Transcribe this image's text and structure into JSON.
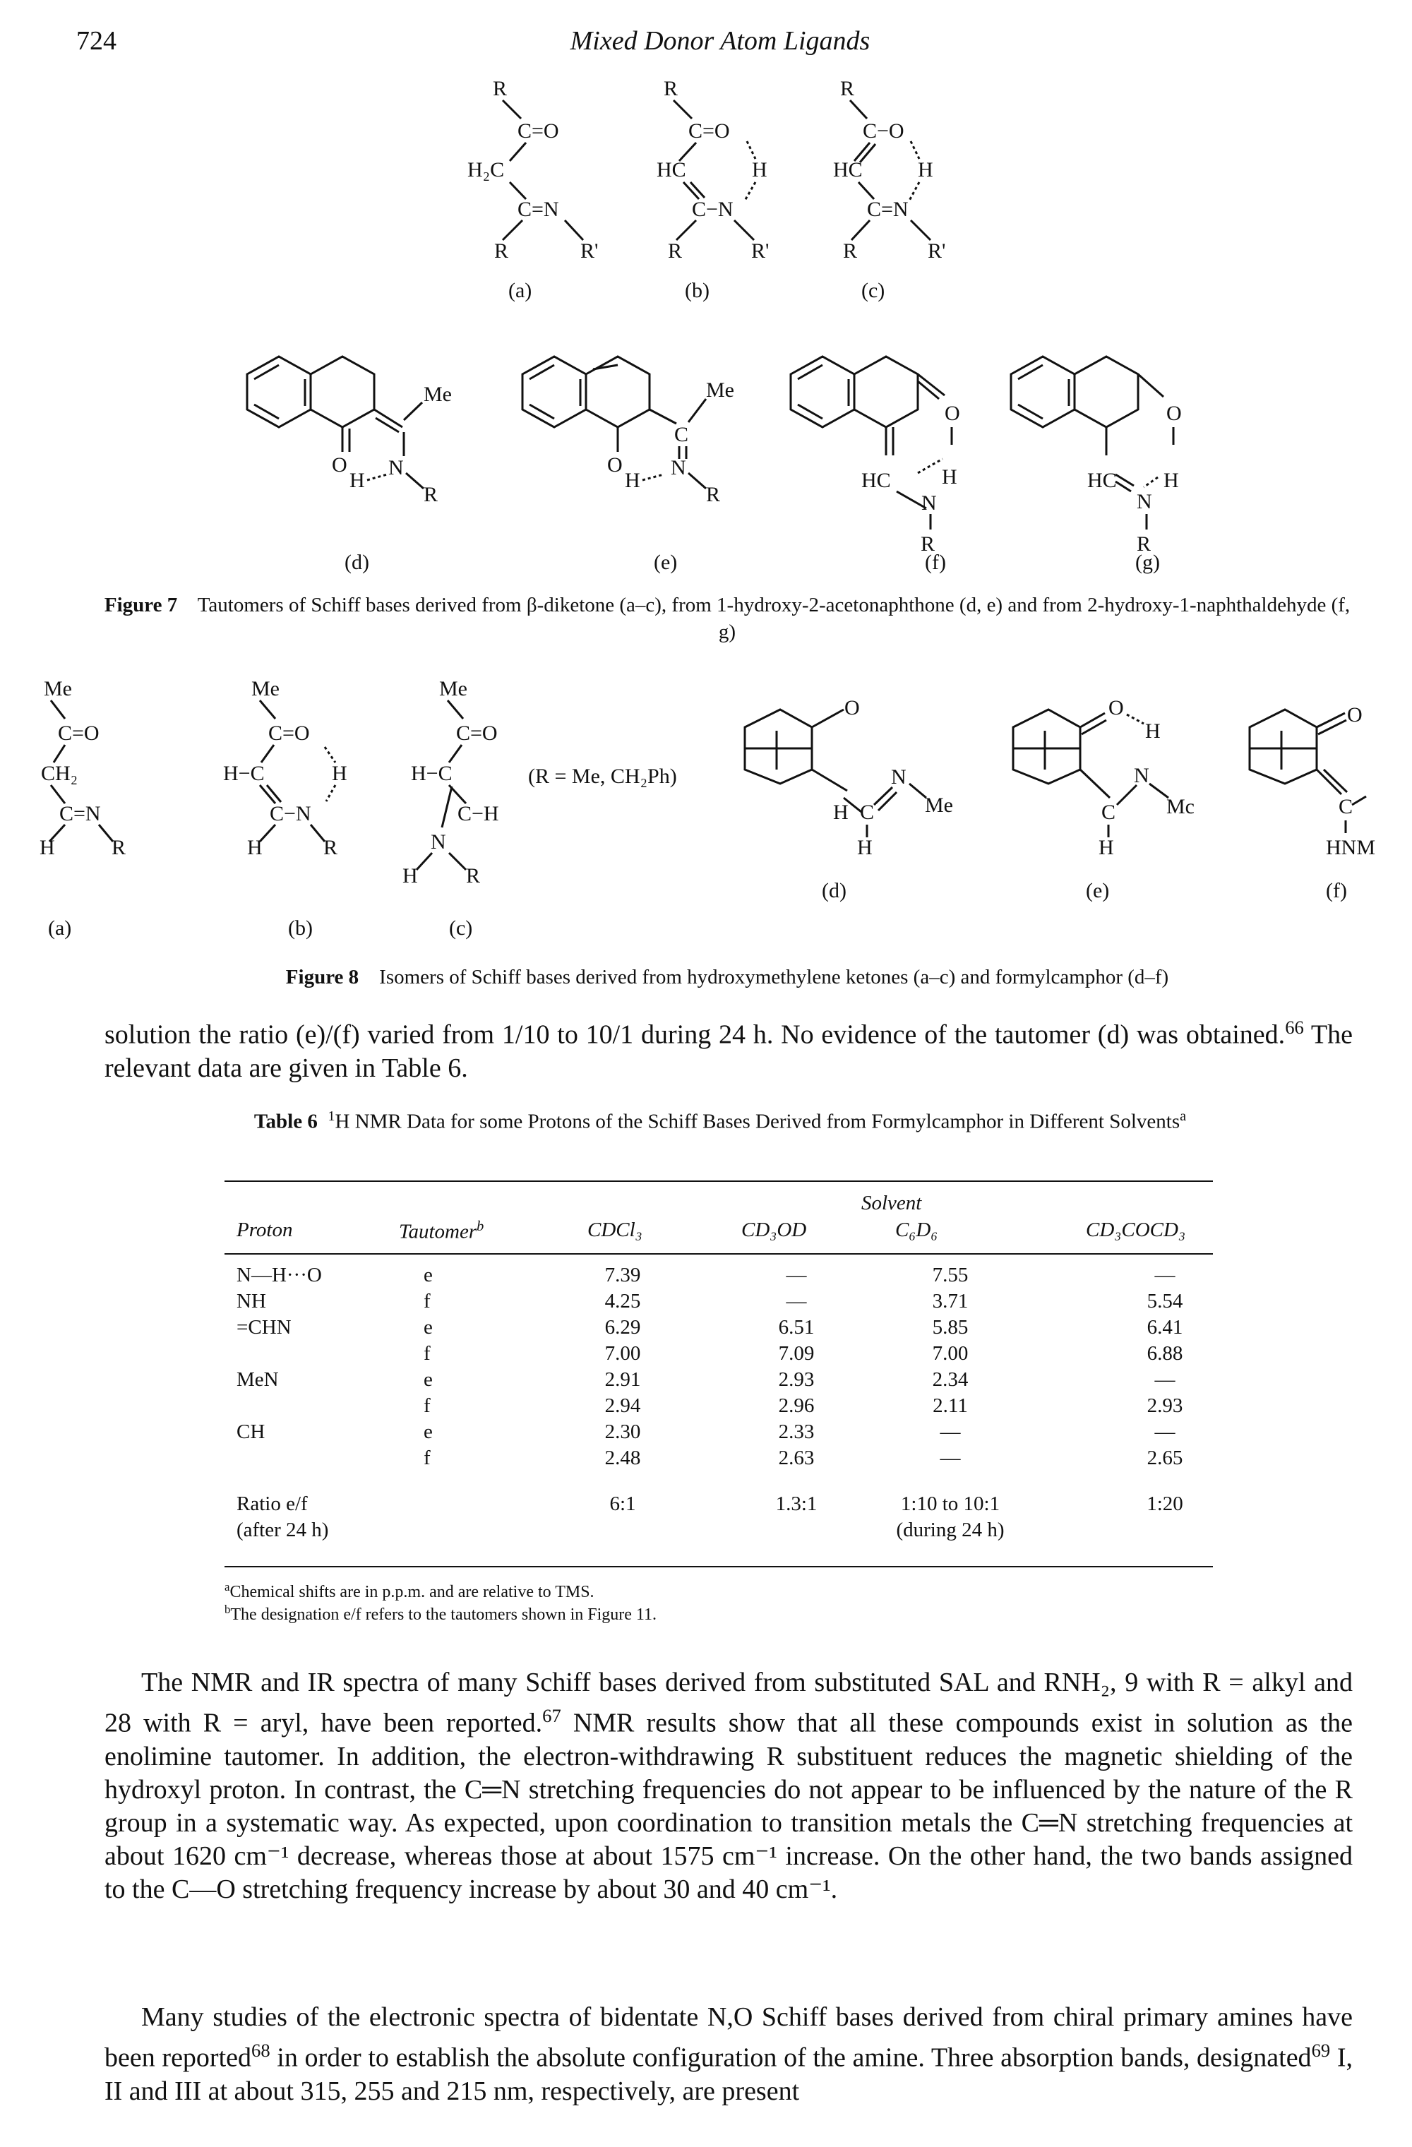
{
  "header": {
    "page_number": "724",
    "running_title": "Mixed Donor Atom Ligands"
  },
  "figure7": {
    "labels": [
      "(a)",
      "(b)",
      "(c)",
      "(d)",
      "(e)",
      "(f)",
      "(g)"
    ],
    "caption_prefix": "Figure 7",
    "caption_text": "Tautomers of Schiff bases derived from β-diketone (a–c), from 1-hydroxy-2-acetonaphthone (d, e) and from 2-hydroxy-1-naphthaldehyde (f, g)"
  },
  "figure8": {
    "labels": [
      "(a)",
      "(b)",
      "(c)",
      "(d)",
      "(e)",
      "(f)"
    ],
    "r_definition": "(R = Me, CH₂Ph)",
    "caption_prefix": "Figure 8",
    "caption_text": "Isomers of Schiff bases derived from hydroxymethylene ketones (a–c) and formylcamphor (d–f)"
  },
  "paragraph1": "solution the ratio (e)/(f) varied from 1/10 to 10/1 during 24 h. No evidence of the tautomer (d) was obtained.",
  "paragraph1_ref": "66",
  "paragraph1_tail": " The relevant data are given in Table 6.",
  "table6": {
    "caption_prefix": "Table 6",
    "caption_text": "NMR Data for some Protons of the Schiff Bases Derived from Formylcamphor in Different Solvents",
    "caption_superscript_h": "1",
    "caption_note_mark": "a",
    "solvent_header": "Solvent",
    "columns": [
      "Proton",
      "Tautomer",
      "CDCl₃",
      "CD₃OD",
      "C₆D₆",
      "CD₃COCD₃"
    ],
    "tautomer_note_mark": "b",
    "rows": [
      [
        "N—H···O",
        "e",
        "7.39",
        "—",
        "7.55",
        "—"
      ],
      [
        "NH",
        "f",
        "4.25",
        "—",
        "3.71",
        "5.54"
      ],
      [
        "=CHN",
        "e",
        "6.29",
        "6.51",
        "5.85",
        "6.41"
      ],
      [
        "",
        "f",
        "7.00",
        "7.09",
        "7.00",
        "6.88"
      ],
      [
        "MeN",
        "e",
        "2.91",
        "2.93",
        "2.34",
        "—"
      ],
      [
        "",
        "f",
        "2.94",
        "2.96",
        "2.11",
        "2.93"
      ],
      [
        "CH",
        "e",
        "2.30",
        "2.33",
        "—",
        "—"
      ],
      [
        "",
        "f",
        "2.48",
        "2.63",
        "—",
        "2.65"
      ]
    ],
    "ratio_row": [
      "Ratio e/f",
      "",
      "6:1",
      "1.3:1",
      "1:10 to 10:1",
      "1:20"
    ],
    "ratio_row2": [
      "(after 24 h)",
      "",
      "",
      "",
      "(during 24 h)",
      ""
    ],
    "footnote_a": "Chemical shifts are in p.p.m. and are relative to TMS.",
    "footnote_b": "The designation e/f refers to the tautomers shown in Figure 11."
  },
  "paragraph2": {
    "part1": "The NMR and IR spectra of many Schiff bases derived from substituted SAL and RNH₂, 9 with R = alkyl and 28 with R = aryl, have been reported.",
    "ref": "67",
    "part2": " NMR results show that all these compounds exist in solution as the enolimine tautomer. In addition, the electron-withdrawing R substituent reduces the magnetic shielding of the hydroxyl proton. In contrast, the C═N stretching frequencies do not appear to be influenced by the nature of the R group in a systematic way. As expected, upon coordination to transition metals the C═N stretching frequencies at about 1620 cm⁻¹ decrease, whereas those at about 1575 cm⁻¹ increase. On the other hand, the two bands assigned to the C—O stretching frequency increase by about 30 and 40 cm⁻¹."
  },
  "paragraph3": {
    "part1": "Many studies of the electronic spectra of bidentate N,O Schiff bases derived from chiral primary amines have been reported",
    "ref1": "68",
    "part2": " in order to establish the absolute configuration of the amine. Three absorption bands, designated",
    "ref2": "69",
    "part3": " I, II and III at about 315, 255 and 215 nm, respectively, are present"
  }
}
